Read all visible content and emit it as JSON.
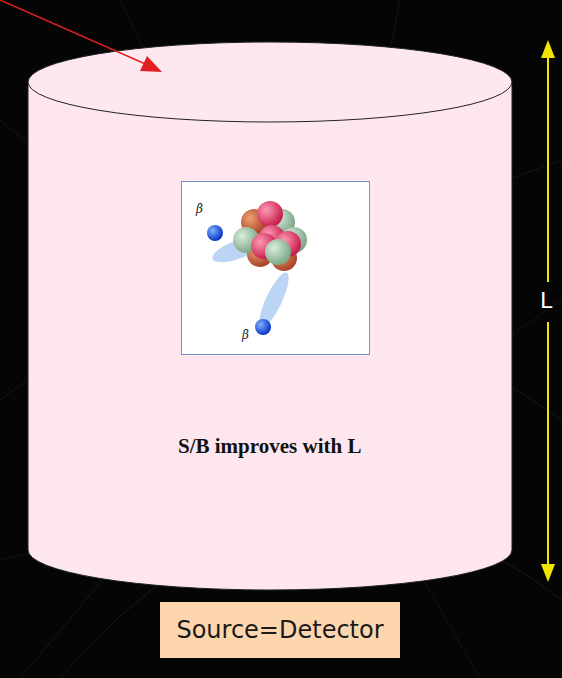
{
  "diagram": {
    "nodes": [
      {
        "text": [
          "S/B improves with L"
        ]
      },
      {
        "text": [
          "β",
          "β"
        ],
        "in": 0
      },
      {
        "text": [
          "Source=Detector"
        ]
      }
    ],
    "labels": [
      "L"
    ]
  }
}
